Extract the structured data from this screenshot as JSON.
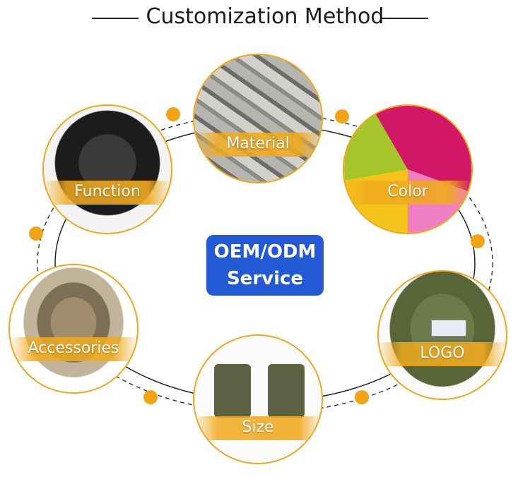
{
  "page": {
    "title": "Customization Method"
  },
  "center": {
    "line1": "OEM/ODM",
    "line2": "Service"
  },
  "items": [
    {
      "label": "Material"
    },
    {
      "label": "Function"
    },
    {
      "label": "Color"
    },
    {
      "label": "Accessories"
    },
    {
      "label": "LOGO"
    },
    {
      "label": "Size"
    }
  ],
  "colors": {
    "accent": "#f2a414",
    "center_bg": "#2459d6",
    "dot": "#f2a414",
    "ring": "#222222"
  }
}
